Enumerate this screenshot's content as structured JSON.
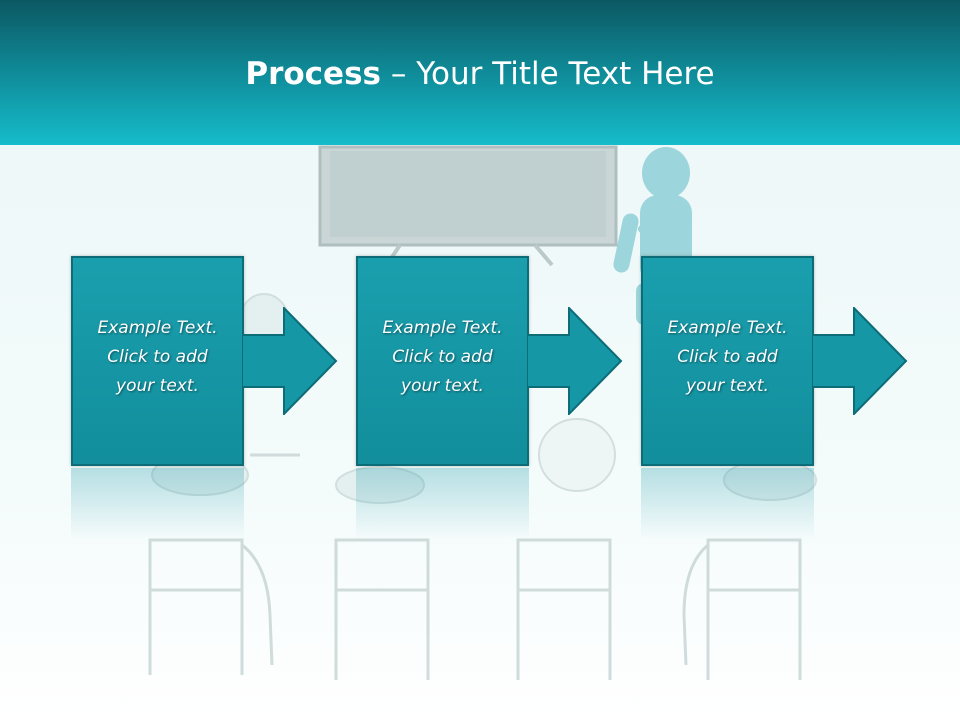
{
  "slide": {
    "title_bold": "Process",
    "title_rest": " – Your Title Text Here"
  },
  "steps": [
    {
      "line1": "Example Text.",
      "line2": "Click  to add",
      "line3": "your text."
    },
    {
      "line1": "Example Text.",
      "line2": "Click  to add",
      "line3": "your text."
    },
    {
      "line1": "Example Text.",
      "line2": "Click  to add",
      "line3": "your text."
    }
  ],
  "colors": {
    "header_top": "#0b5862",
    "header_bottom": "#15bccb",
    "box_fill": "#1597a6",
    "box_border": "#0c6c77"
  },
  "icons": [
    "right-arrow-icon",
    "right-arrow-icon",
    "right-arrow-icon"
  ]
}
